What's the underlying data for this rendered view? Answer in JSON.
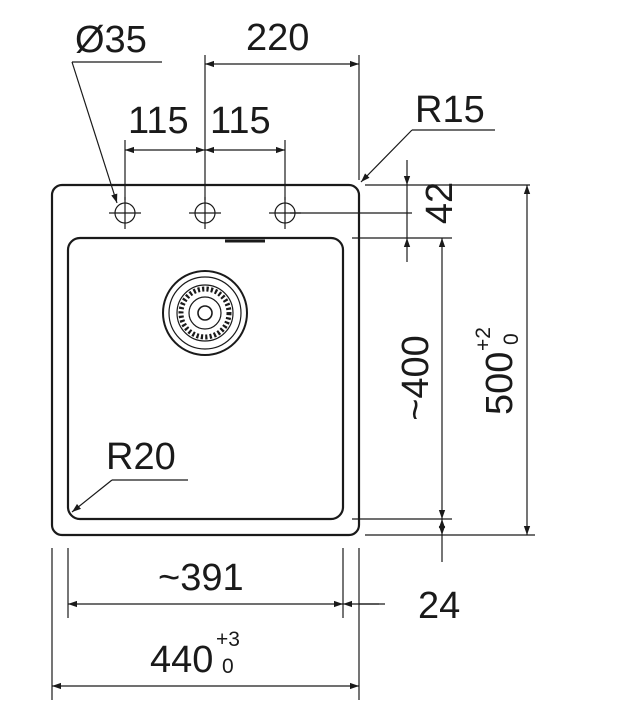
{
  "labels": {
    "hole_diameter": "Ø35",
    "tap_spacing_total": "220",
    "tap_spacing_left": "115",
    "tap_spacing_right": "115",
    "outer_corner_radius": "R15",
    "hole_row_offset": "42",
    "bowl_depth": "~400",
    "outer_depth_main": "500",
    "outer_depth_tol_upper": "+2",
    "outer_depth_tol_lower": "0",
    "inner_corner_radius": "R20",
    "bowl_width": "~391",
    "front_rim": "24",
    "outer_width_main": "440",
    "outer_width_tol_upper": "+3",
    "outer_width_tol_lower": "0"
  },
  "colors": {
    "ink": "#1a1a1a",
    "background": "#ffffff"
  }
}
